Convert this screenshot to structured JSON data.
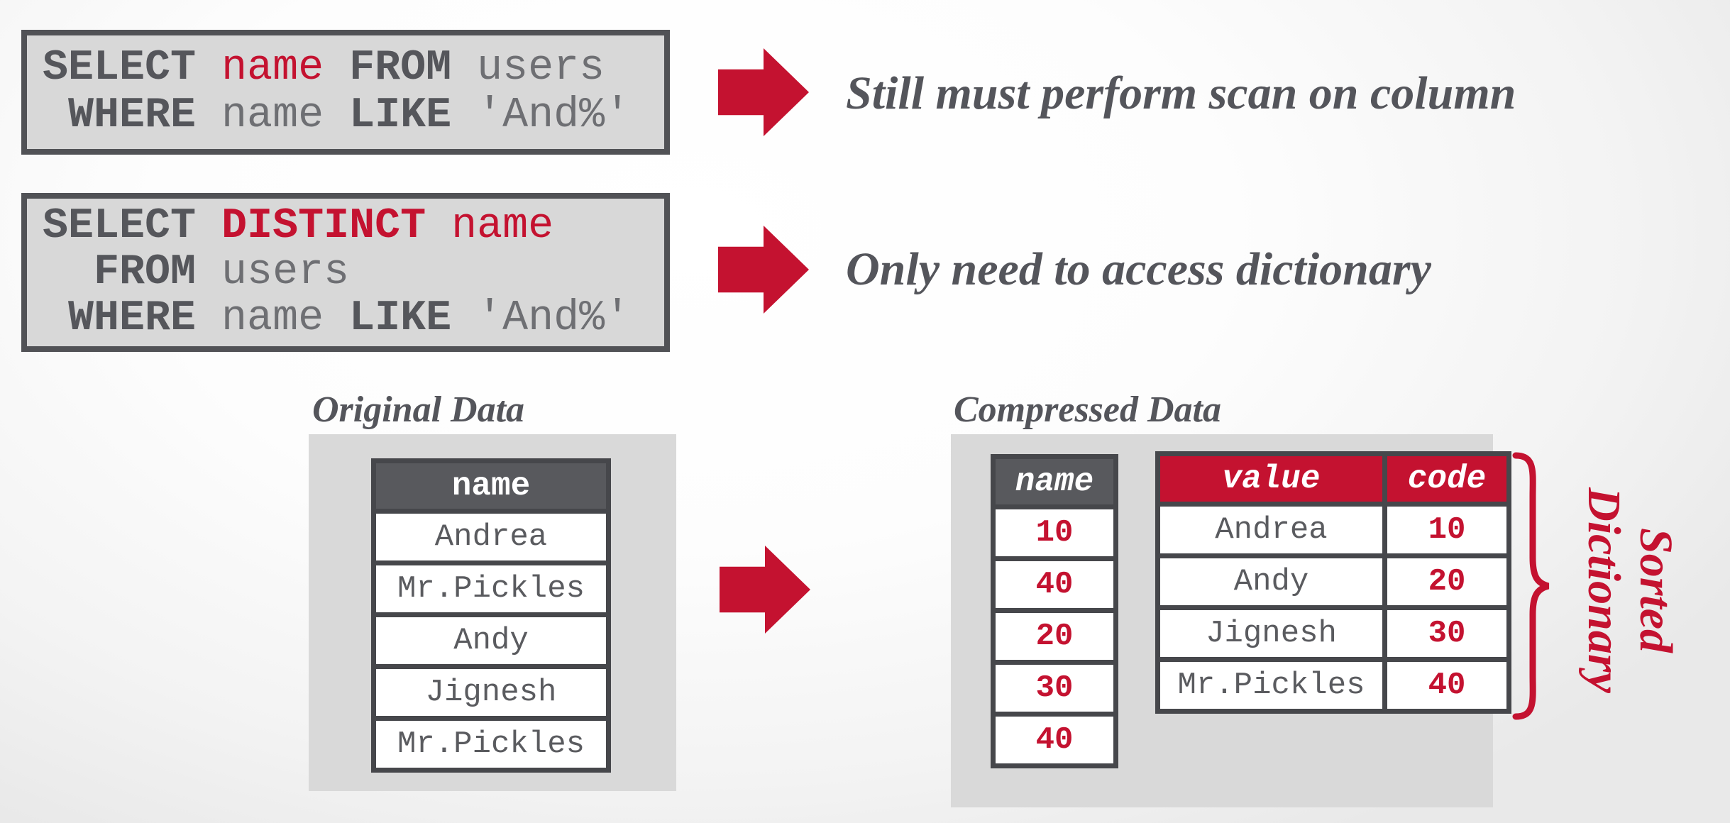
{
  "colors": {
    "accent_red": "#c41230",
    "dark_gray": "#55565b",
    "box_gray": "#d9d9d9",
    "table_border": "#46474b",
    "header_dark": "#58595d"
  },
  "query1": {
    "lines": [
      [
        [
          "kw",
          "SELECT"
        ],
        [
          "pl",
          " "
        ],
        [
          "red",
          "name"
        ],
        [
          "pl",
          " "
        ],
        [
          "kw",
          "FROM"
        ],
        [
          "pl",
          " users"
        ]
      ],
      [
        [
          "pl",
          " "
        ],
        [
          "kw",
          "WHERE"
        ],
        [
          "pl",
          " name "
        ],
        [
          "kw",
          "LIKE"
        ],
        [
          "pl",
          " 'And%'"
        ]
      ]
    ]
  },
  "query2": {
    "lines": [
      [
        [
          "kw",
          "SELECT"
        ],
        [
          "pl",
          " "
        ],
        [
          "redkw",
          "DISTINCT"
        ],
        [
          "red",
          " name"
        ]
      ],
      [
        [
          "pl",
          "  "
        ],
        [
          "kw",
          "FROM"
        ],
        [
          "pl",
          " users"
        ]
      ],
      [
        [
          "pl",
          " "
        ],
        [
          "kw",
          "WHERE"
        ],
        [
          "pl",
          " name "
        ],
        [
          "kw",
          "LIKE"
        ],
        [
          "pl",
          " 'And%'"
        ]
      ]
    ]
  },
  "annotations": {
    "query1": "Still must perform scan on column",
    "query2": "Only need to access dictionary"
  },
  "original": {
    "title": "Original Data",
    "header": "name",
    "rows": [
      "Andrea",
      "Mr.Pickles",
      "Andy",
      "Jignesh",
      "Mr.Pickles"
    ]
  },
  "compressed": {
    "title": "Compressed Data",
    "name_column": {
      "header": "name",
      "rows": [
        "10",
        "40",
        "20",
        "30",
        "40"
      ]
    },
    "dictionary": {
      "headers": [
        "value",
        "code"
      ],
      "rows": [
        [
          "Andrea",
          "10"
        ],
        [
          "Andy",
          "20"
        ],
        [
          "Jignesh",
          "30"
        ],
        [
          "Mr.Pickles",
          "40"
        ]
      ]
    },
    "brace_label": [
      "Sorted",
      "Dictionary"
    ]
  }
}
